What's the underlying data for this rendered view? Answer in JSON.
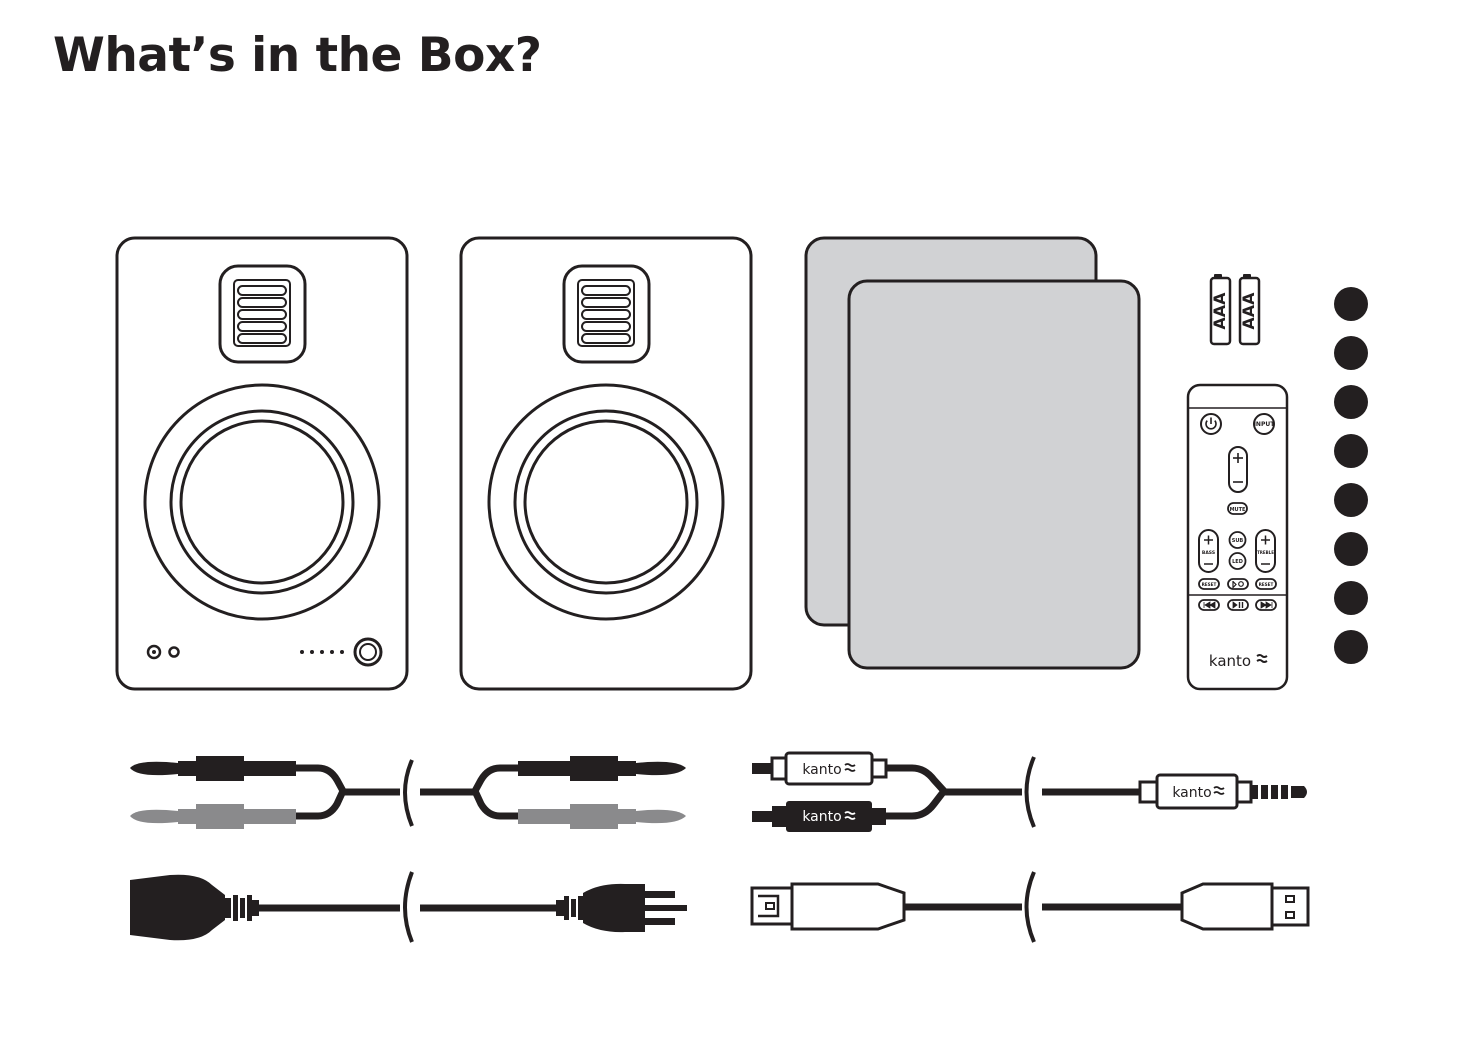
{
  "page": {
    "title": "What’s in the Box?"
  },
  "colors": {
    "ink": "#231f20",
    "pad": "#d1d2d4",
    "cable_gray": "#8a8a8c",
    "background": "#ffffff"
  },
  "batteries": [
    {
      "label": "AAA"
    },
    {
      "label": "AAA"
    }
  ],
  "remote": {
    "input_label": "INPUT",
    "mute_label": "MUTE",
    "bass_label": "BASS",
    "treble_label": "TREBLE",
    "sub_label": "SUB",
    "led_label": "LED",
    "reset_label": "RESET",
    "brand": "kanto"
  },
  "rca_cable": {
    "plug_labels": [
      "kanto",
      "kanto"
    ],
    "jack_label": "kanto"
  },
  "feet": {
    "count": 8
  }
}
